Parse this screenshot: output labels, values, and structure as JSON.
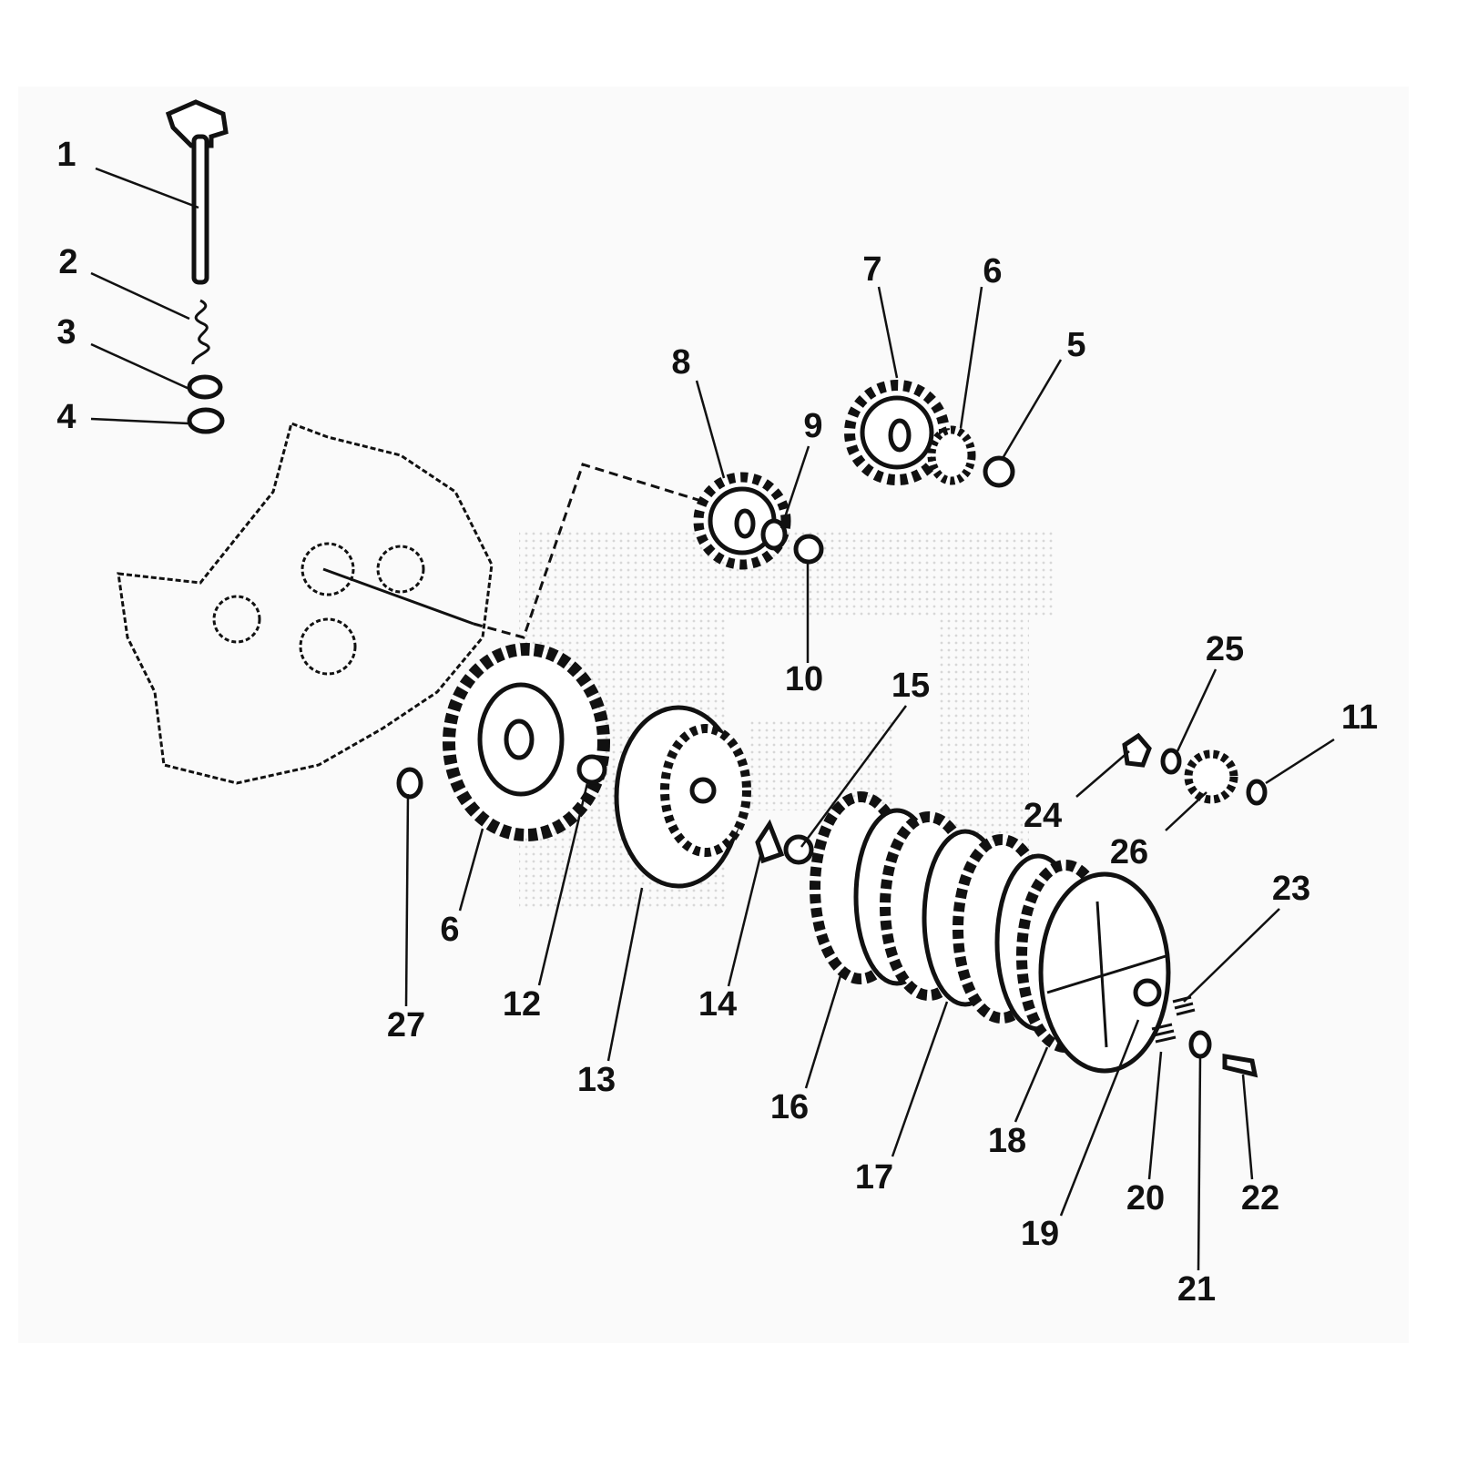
{
  "diagram": {
    "type": "exploded parts diagram",
    "labels": [
      "1",
      "2",
      "3",
      "4",
      "5",
      "6",
      "7",
      "8",
      "9",
      "10",
      "11",
      "12",
      "13",
      "14",
      "15",
      "16",
      "17",
      "18",
      "19",
      "20",
      "21",
      "22",
      "23",
      "24",
      "25",
      "26",
      "27",
      "6"
    ]
  },
  "colors": {
    "panel": "#fafafa",
    "ink": "#111111",
    "watermark": "#d8d8d8"
  }
}
